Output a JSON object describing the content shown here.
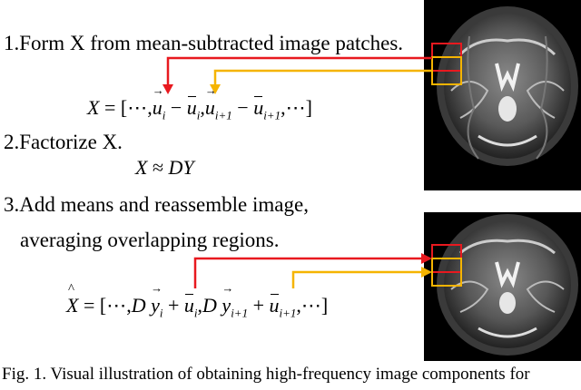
{
  "steps": {
    "step1": "1.Form X from mean-subtracted image patches.",
    "step2": "2.Factorize X.",
    "step3": "3.Add means and reassemble image,",
    "step3b": "averaging overlapping regions."
  },
  "equations": {
    "eq1": {
      "lhs": "X",
      "eq": "=",
      "open": "[",
      "dots": "⋯",
      "comma": ",",
      "u": "u",
      "i": "i",
      "minus": "−",
      "ip1": "i+1",
      "close": "]"
    },
    "eq2": {
      "X": "X",
      "approx": "≈",
      "DY": "DY"
    },
    "eq3": {
      "lhs": "X",
      "eq": "=",
      "open": "[",
      "dots": "⋯",
      "comma": ",",
      "D": "D",
      "y": "y",
      "u": "u",
      "plus": "+",
      "i": "i",
      "ip1": "i+1",
      "close": "]"
    }
  },
  "caption": "Fig. 1. Visual illustration of obtaining high-frequency image components for",
  "colors": {
    "red_arrow": "#e8191f",
    "yellow_arrow": "#f5b400",
    "patch_red": "#e8191f",
    "patch_yellow": "#f5b400"
  }
}
